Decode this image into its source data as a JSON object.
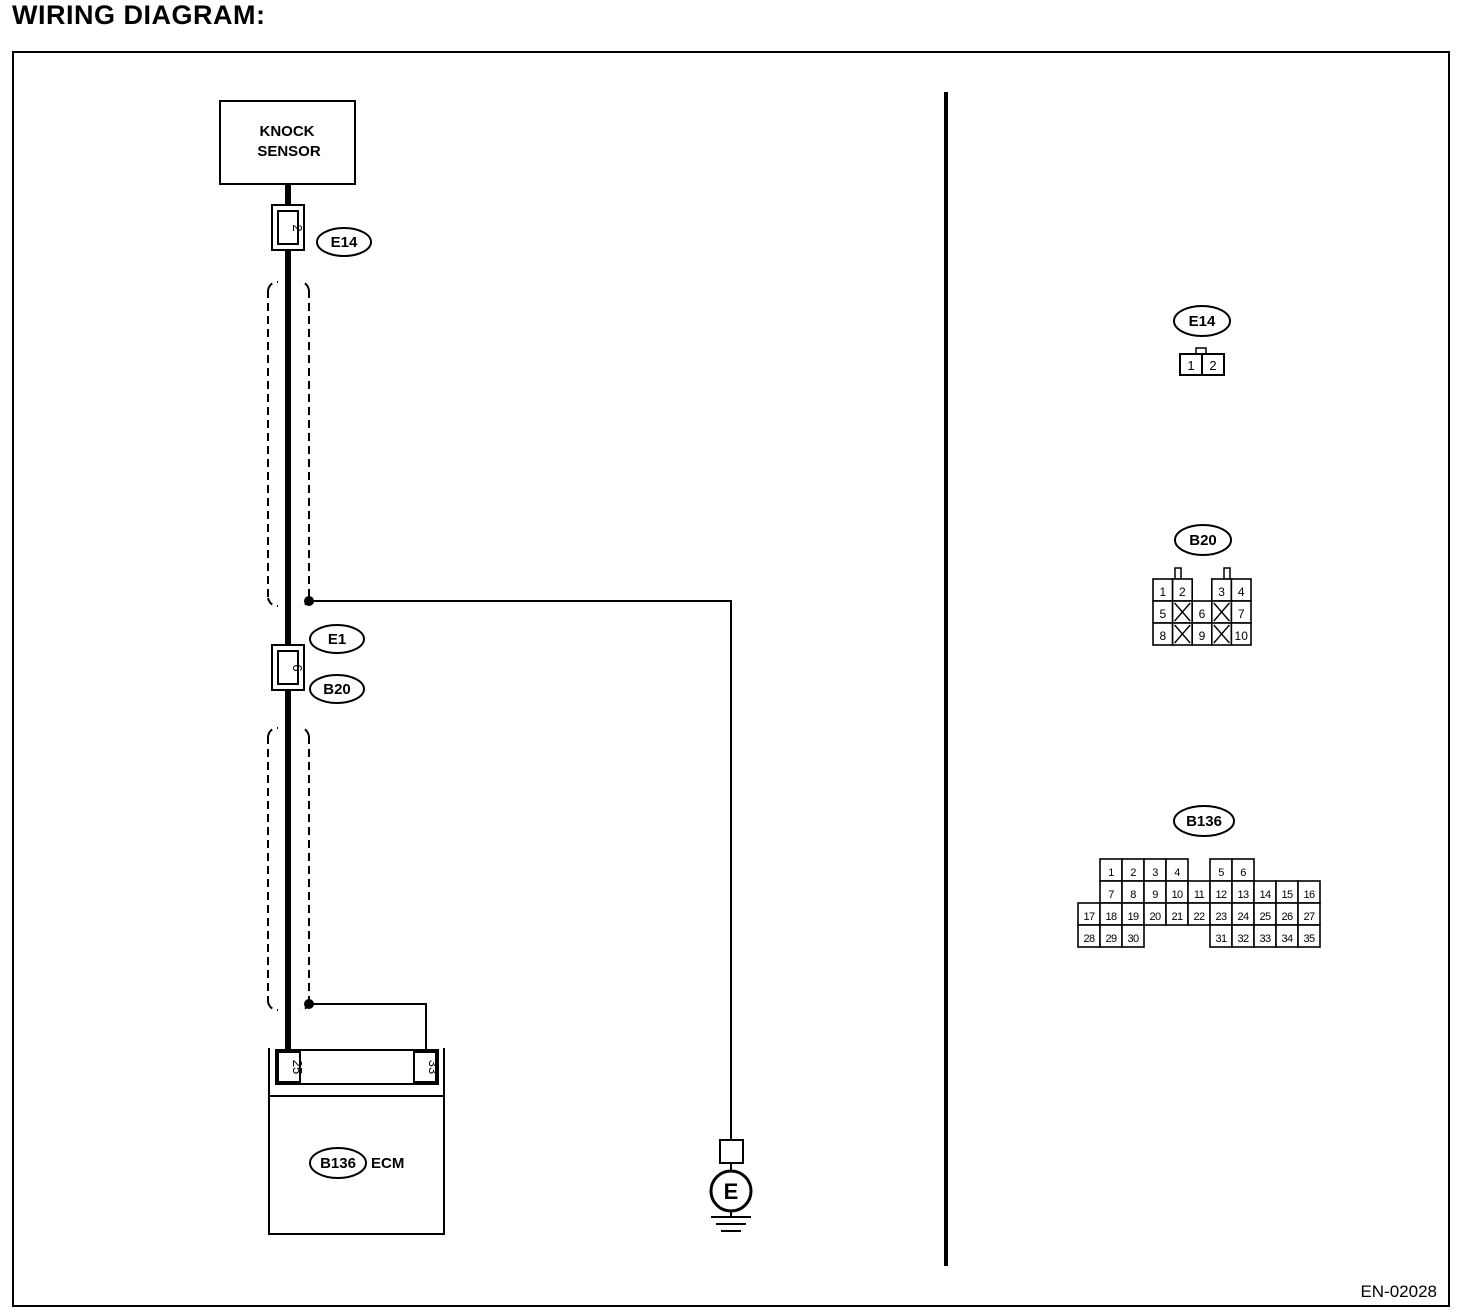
{
  "title": "WIRING DIAGRAM:",
  "doc_code": "EN-02028",
  "components": {
    "knock_sensor": [
      "KNOCK",
      "SENSOR"
    ],
    "ecm_label": "ECM",
    "ground_label": "E"
  },
  "wire_connectors": {
    "sensor_pin": "2",
    "sensor_connector": "E14",
    "inline_pin": "6",
    "inline_connector_top": "E1",
    "inline_connector_bottom": "B20",
    "ecm_pin_signal": "25",
    "ecm_pin_shield": "33",
    "ecm_connector": "B136"
  },
  "connector_views": {
    "e14": {
      "name": "E14",
      "pins": [
        "1",
        "2"
      ]
    },
    "b20": {
      "name": "B20",
      "rows": [
        [
          "1",
          "2",
          "",
          "3",
          "4"
        ],
        [
          "5",
          "X",
          "6",
          "X",
          "7"
        ],
        [
          "8",
          "X",
          "9",
          "X",
          "10"
        ]
      ]
    },
    "b136": {
      "name": "B136",
      "rows": [
        [
          "",
          "1",
          "2",
          "3",
          "4",
          "",
          "5",
          "6"
        ],
        [
          "",
          "7",
          "8",
          "9",
          "10",
          "11",
          "12",
          "13",
          "14",
          "15",
          "16"
        ],
        [
          "17",
          "18",
          "19",
          "20",
          "21",
          "22",
          "23",
          "24",
          "25",
          "26",
          "27"
        ],
        [
          "28",
          "29",
          "30",
          "",
          "",
          "",
          "31",
          "32",
          "33",
          "34",
          "35"
        ]
      ]
    }
  }
}
